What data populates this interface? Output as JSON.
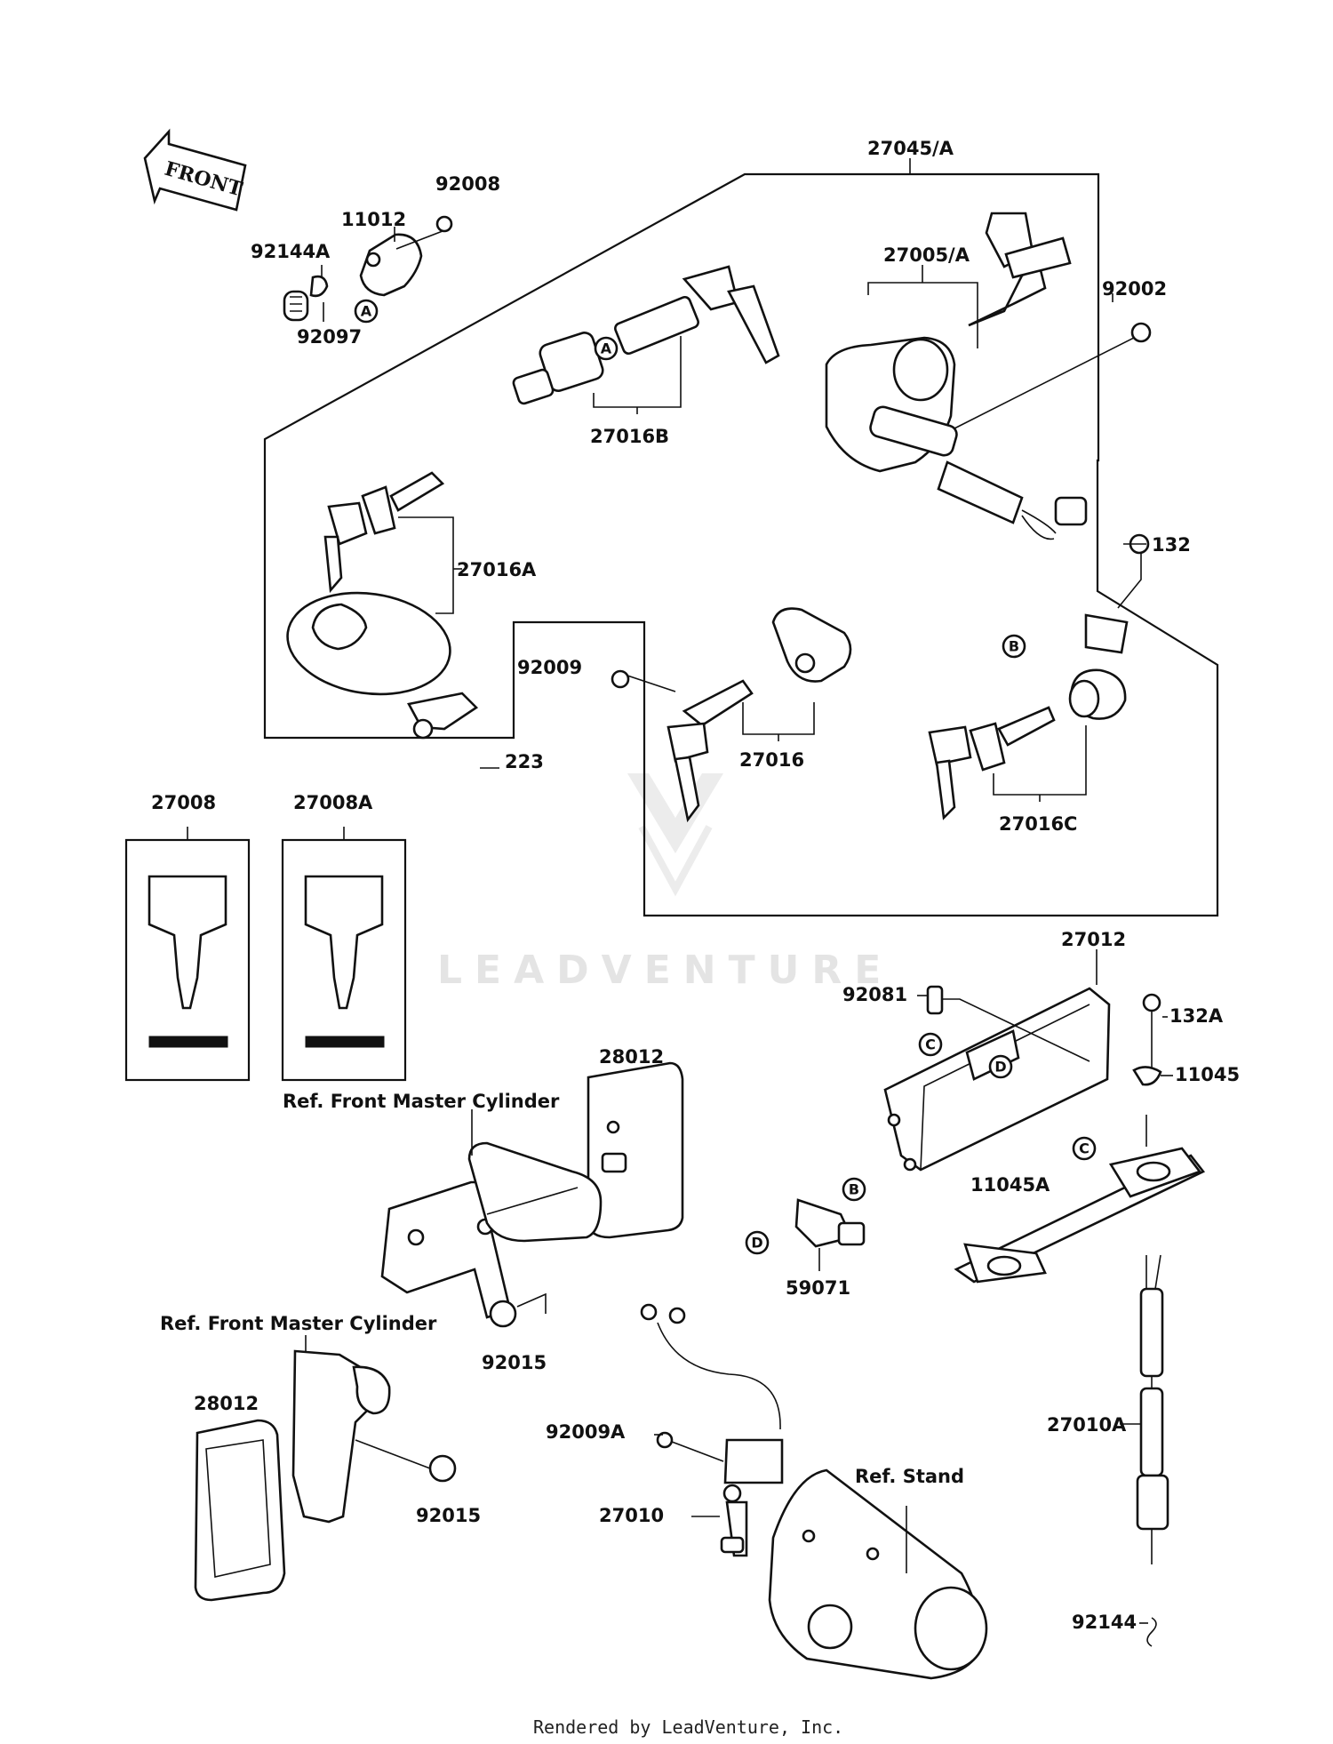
{
  "front_arrow": "FRONT",
  "parts": {
    "p27045A": "27045/A",
    "p92008": "92008",
    "p11012": "11012",
    "p92144A": "92144A",
    "p92097": "92097",
    "p27005A": "27005/A",
    "p92002": "92002",
    "p27016B": "27016B",
    "p27016A": "27016A",
    "p132": "132",
    "p92009": "92009",
    "p27016": "27016",
    "p223": "223",
    "p27016C": "27016C",
    "p27008": "27008",
    "p27008A": "27008A",
    "p27012": "27012",
    "p92081": "92081",
    "p132A": "132A",
    "p11045": "11045",
    "p28012a": "28012",
    "p11045A": "11045A",
    "p59071": "59071",
    "p92015a": "92015",
    "p28012b": "28012",
    "p92009A": "92009A",
    "p27010A": "27010A",
    "p92015b": "92015",
    "p27010": "27010",
    "p92144": "92144"
  },
  "refs": {
    "front_master_cylinder_1": "Ref. Front Master Cylinder",
    "front_master_cylinder_2": "Ref. Front Master Cylinder",
    "stand": "Ref. Stand"
  },
  "callouts": {
    "A": "A",
    "B": "B",
    "C": "C",
    "D": "D"
  },
  "watermark": "LEADVENTURE",
  "footer": "Rendered by LeadVenture, Inc."
}
